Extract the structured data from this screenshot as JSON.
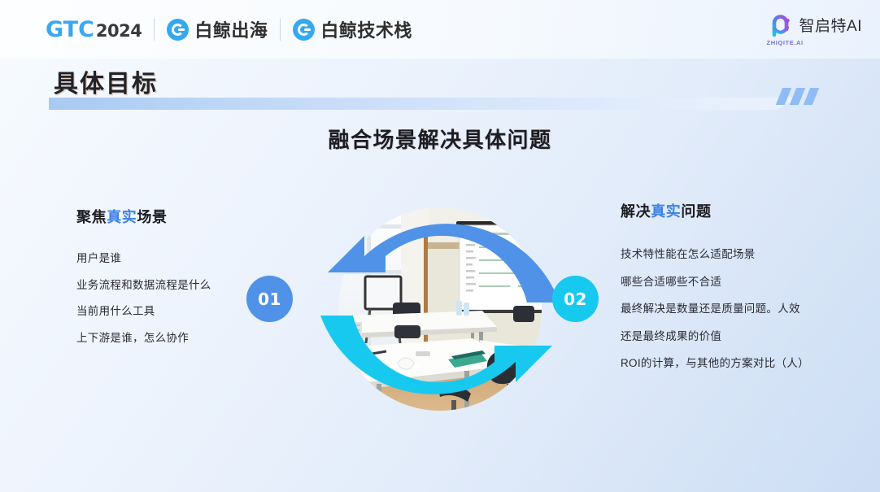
{
  "brand": {
    "gtc_main": "GTC",
    "gtc_year": "2024",
    "logo1_text": "白鲸出海",
    "logo2_text": "白鲸技术栈",
    "right_logo_name": "智启特AI",
    "right_logo_sub": "ZHIQITE.AI"
  },
  "page": {
    "title": "具体目标",
    "center_heading": "融合场景解决具体问题"
  },
  "left": {
    "head_prefix": "聚焦",
    "head_highlight": "真实",
    "head_suffix": "场景",
    "badge": "01",
    "items": [
      "用户是谁",
      "业务流程和数据流程是什么",
      "当前用什么工具",
      "上下游是谁，怎么协作"
    ]
  },
  "right": {
    "head_prefix": "解决",
    "head_highlight": "真实",
    "head_suffix": "问题",
    "badge": "02",
    "items": [
      "技术特性能在怎么适配场景",
      "哪些合适哪些不合适",
      "最终解决是数量还是质量问题。人效",
      "还是最终成果的价值",
      "ROI的计算，与其他的方案对比（人）"
    ]
  },
  "colors": {
    "arrow_top": "#4f92e8",
    "arrow_bottom": "#18c9ef",
    "highlight": "#3d82e8",
    "badge_01": "#4f92e8",
    "badge_02": "#18c9ef",
    "brand_blue": "#33a9ee",
    "band": "#bcd6f6"
  }
}
